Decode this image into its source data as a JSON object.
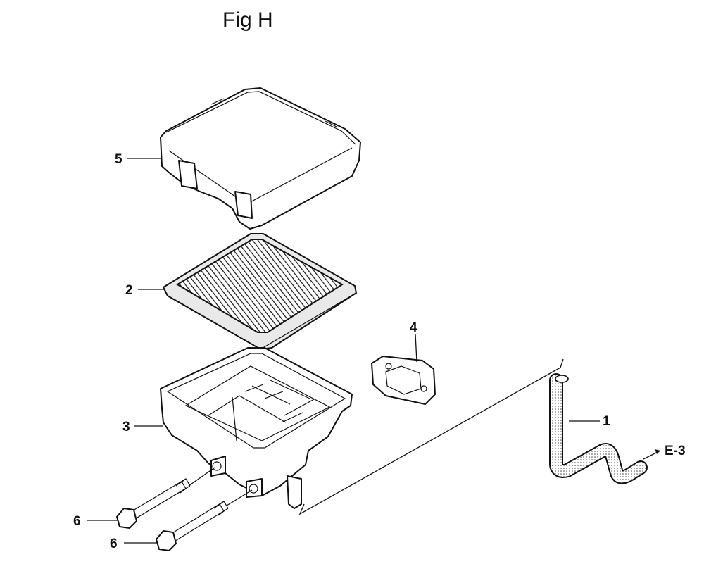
{
  "figure": {
    "title": "Fig H"
  },
  "callouts": [
    {
      "id": "5",
      "label": "5"
    },
    {
      "id": "2",
      "label": "2"
    },
    {
      "id": "4",
      "label": "4"
    },
    {
      "id": "3",
      "label": "3"
    },
    {
      "id": "1",
      "label": "1"
    },
    {
      "id": "6a",
      "label": "6"
    },
    {
      "id": "6b",
      "label": "6"
    }
  ],
  "reference": {
    "label": "E-3"
  }
}
